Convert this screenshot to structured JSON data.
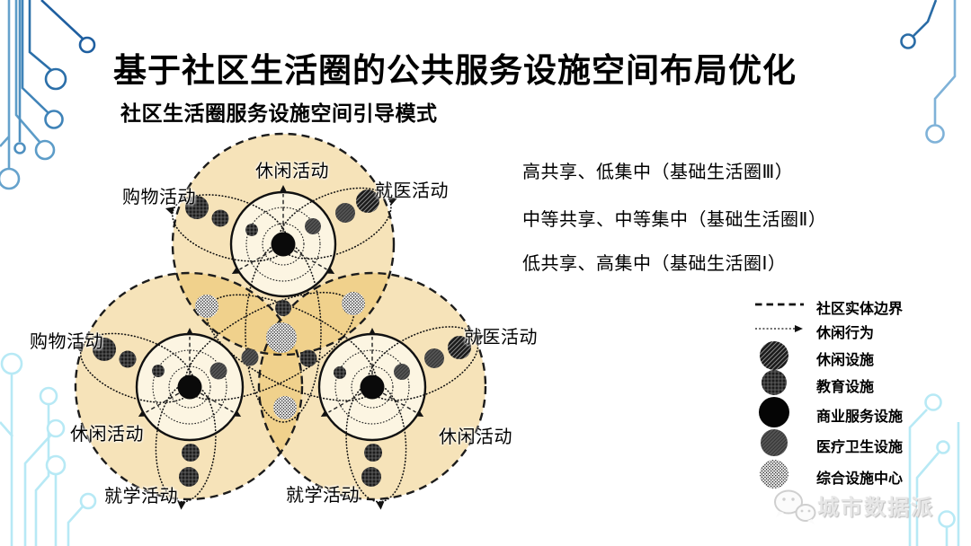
{
  "header": {
    "title": "基于社区生活圈的公共服务设施空间布局优化",
    "subtitle": "社区生活圈服务设施空间引导模式"
  },
  "principles": [
    "高共享、低集中（基础生活圈Ⅲ）",
    "中等共享、中等集中（基础生活圈Ⅱ）",
    "低共享、高集中（基础生活圈Ⅰ）"
  ],
  "diagram": {
    "labels": {
      "top_leisure": "休闲活动",
      "top_shopping": "购物活动",
      "top_medical": "就医活动",
      "left_shopping": "购物活动",
      "left_leisure": "休闲活动",
      "left_school": "就学活动",
      "right_medical": "就医活动",
      "right_leisure": "休闲活动",
      "right_school": "就学活动"
    }
  },
  "legend": {
    "items": [
      {
        "icon": "dashed-line",
        "label": "社区实体边界"
      },
      {
        "icon": "dotted-arrow",
        "label": "休闲行为"
      },
      {
        "icon": "leisure-facility-dot",
        "label": "休闲设施"
      },
      {
        "icon": "education-facility-dot",
        "label": "教育设施"
      },
      {
        "icon": "commercial-facility-dot",
        "label": "商业服务设施"
      },
      {
        "icon": "medical-facility-dot",
        "label": "医疗卫生设施"
      },
      {
        "icon": "composite-center-dot",
        "label": "综合设施中心"
      }
    ]
  },
  "watermark": {
    "text": "城市数据派"
  },
  "colors": {
    "circle_fill": "#E6B13E",
    "inner_circle_fill": "#FCF5E2",
    "stroke": "#1c1c1c",
    "decor_blue_dark": "#1F5FA0",
    "decor_blue_mid": "#4E94C6",
    "decor_cyan_light": "#B7E9F5"
  }
}
